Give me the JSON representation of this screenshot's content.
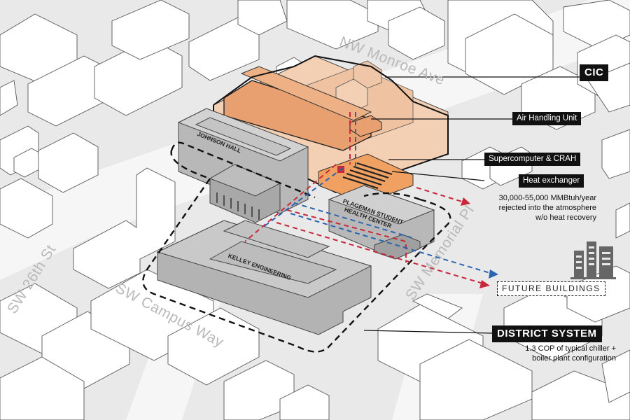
{
  "streets": {
    "nw_monroe": "NW Monroe Ave",
    "sw_26th": "SW 26th St",
    "sw_campus": "SW Campus Way",
    "sw_memorial": "SW Memorial Pl"
  },
  "buildings": {
    "johnson_hall": "JOHNSON HALL",
    "plageman_line1": "PLAGEMAN STUDENT",
    "plageman_line2": "HEALTH CENTER",
    "kelley": "KELLEY ENGINEERING"
  },
  "callouts": {
    "cic": "CIC",
    "air_handling": "Air Handling Unit",
    "supercomputer": "Supercomputer & CRAH",
    "heat_exchanger": "Heat exchanger",
    "rejected_line1": "30,000-55,000 MMBtuh/year",
    "rejected_line2": "rejected into the atmosphere",
    "rejected_line3": "w/o heat recovery",
    "future_buildings": "FUTURE BUILDINGS",
    "district_system": "DISTRICT SYSTEM",
    "district_line1": "1.3 COP of typical chiller +",
    "district_line2": "boiler plant configuration"
  },
  "colors": {
    "cic_dark": "#e8a070",
    "cic_light": "#f3cfb4",
    "exchanger": "#f0a060",
    "supply_red": "#c8283c",
    "return_blue": "#2a64b0",
    "building_gray": "#b8b8b8",
    "context_white": "#ffffff"
  },
  "icons": [
    "building-icon"
  ]
}
